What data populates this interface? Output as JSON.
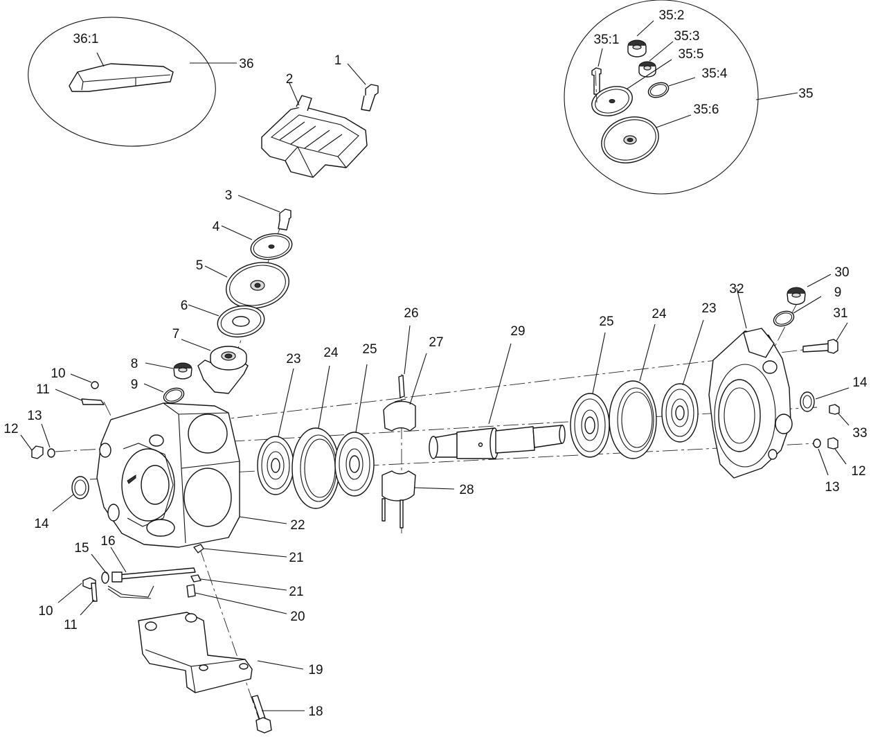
{
  "callouts": [
    {
      "id": "c36_1",
      "label": "36:1"
    },
    {
      "id": "c36",
      "label": "36"
    },
    {
      "id": "c1",
      "label": "1"
    },
    {
      "id": "c2",
      "label": "2"
    },
    {
      "id": "c35_2",
      "label": "35:2"
    },
    {
      "id": "c35_3",
      "label": "35:3"
    },
    {
      "id": "c35_1",
      "label": "35:1"
    },
    {
      "id": "c35_5",
      "label": "35:5"
    },
    {
      "id": "c35_4",
      "label": "35:4"
    },
    {
      "id": "c35",
      "label": "35"
    },
    {
      "id": "c35_6",
      "label": "35:6"
    },
    {
      "id": "c3",
      "label": "3"
    },
    {
      "id": "c4",
      "label": "4"
    },
    {
      "id": "c5",
      "label": "5"
    },
    {
      "id": "c6",
      "label": "6"
    },
    {
      "id": "c7",
      "label": "7"
    },
    {
      "id": "c8",
      "label": "8"
    },
    {
      "id": "c9a",
      "label": "9"
    },
    {
      "id": "c10a",
      "label": "10"
    },
    {
      "id": "c11a",
      "label": "11"
    },
    {
      "id": "c13a",
      "label": "13"
    },
    {
      "id": "c12a",
      "label": "12"
    },
    {
      "id": "c14a",
      "label": "14"
    },
    {
      "id": "c22",
      "label": "22"
    },
    {
      "id": "c23a",
      "label": "23"
    },
    {
      "id": "c24a",
      "label": "24"
    },
    {
      "id": "c25a",
      "label": "25"
    },
    {
      "id": "c26",
      "label": "26"
    },
    {
      "id": "c27",
      "label": "27"
    },
    {
      "id": "c28",
      "label": "28"
    },
    {
      "id": "c29",
      "label": "29"
    },
    {
      "id": "c25b",
      "label": "25"
    },
    {
      "id": "c24b",
      "label": "24"
    },
    {
      "id": "c23b",
      "label": "23"
    },
    {
      "id": "c32",
      "label": "32"
    },
    {
      "id": "c30",
      "label": "30"
    },
    {
      "id": "c9b",
      "label": "9"
    },
    {
      "id": "c31",
      "label": "31"
    },
    {
      "id": "c14b",
      "label": "14"
    },
    {
      "id": "c33",
      "label": "33"
    },
    {
      "id": "c12b",
      "label": "12"
    },
    {
      "id": "c13b",
      "label": "13"
    },
    {
      "id": "c21a",
      "label": "21"
    },
    {
      "id": "c21b",
      "label": "21"
    },
    {
      "id": "c20",
      "label": "20"
    },
    {
      "id": "c15",
      "label": "15"
    },
    {
      "id": "c16",
      "label": "16"
    },
    {
      "id": "c10b",
      "label": "10"
    },
    {
      "id": "c11b",
      "label": "11"
    },
    {
      "id": "c19",
      "label": "19"
    },
    {
      "id": "c18",
      "label": "18"
    }
  ]
}
